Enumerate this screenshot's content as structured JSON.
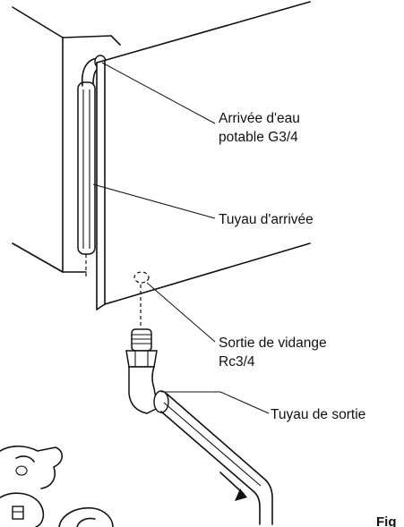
{
  "labels": {
    "water_inlet_line1": "Arrivée d'eau",
    "water_inlet_line2": "potable G3/4",
    "inlet_hose": "Tuyau d'arrivée",
    "drain_outlet_line1": "Sortie de vidange",
    "drain_outlet_line2": "Rc3/4",
    "outlet_hose": "Tuyau de sortie",
    "figure_caption_cut": "Fig"
  }
}
